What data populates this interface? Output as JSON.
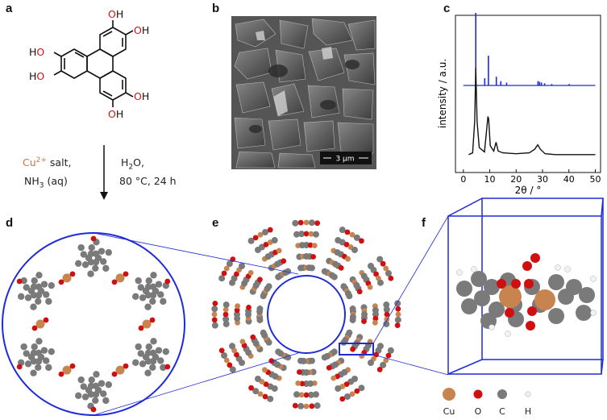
{
  "panels": {
    "a": "a",
    "b": "b",
    "c": "c",
    "d": "d",
    "e": "e",
    "f": "f"
  },
  "molecule": {
    "oh": "OH",
    "ho": "HO",
    "o_atom": "O",
    "h_atom": "H"
  },
  "reaction": {
    "cu_part": "Cu",
    "cu_charge": "2+",
    "salt": "salt,",
    "nh3": "NH",
    "nh3_sub": "3",
    "aq": "(aq)",
    "water": "H",
    "water_sub": "2",
    "water_o": "O,",
    "conditions": "80 °C, 24 h"
  },
  "sem": {
    "scale_label": "3 µm"
  },
  "chart_data": {
    "type": "line",
    "title": "",
    "xlabel": "2θ / °",
    "ylabel": "intensity / a.u.",
    "xlim": [
      -3,
      52
    ],
    "x_ticks": [
      0,
      10,
      20,
      30,
      40,
      50
    ],
    "x_tick_labels": [
      "0",
      "10",
      "20",
      "30",
      "40",
      "50"
    ],
    "series": [
      {
        "color": "#1f2bd6",
        "style": "sticks",
        "x": [
          4.7,
          8.1,
          9.5,
          12.5,
          14.2,
          16.4,
          28.3,
          28.9,
          29.6,
          30.8,
          33.5,
          40.1
        ],
        "y": [
          1.0,
          0.1,
          0.41,
          0.12,
          0.06,
          0.04,
          0.06,
          0.05,
          0.04,
          0.03,
          0.02,
          0.02
        ]
      },
      {
        "color": "#111111",
        "style": "line",
        "x": [
          2,
          3.5,
          4.3,
          4.7,
          5.2,
          6.0,
          8.0,
          9.3,
          9.6,
          10.2,
          11.5,
          12.4,
          13.2,
          15.0,
          20.0,
          25.0,
          27.0,
          28.2,
          29.2,
          31.0,
          35.0,
          50.0
        ],
        "y": [
          0.02,
          0.04,
          0.4,
          1.0,
          0.4,
          0.1,
          0.05,
          0.45,
          0.42,
          0.12,
          0.06,
          0.16,
          0.06,
          0.04,
          0.03,
          0.04,
          0.08,
          0.13,
          0.08,
          0.03,
          0.02,
          0.02
        ]
      }
    ]
  },
  "legend": {
    "items": [
      {
        "label": "Cu",
        "color": "#c8844f"
      },
      {
        "label": "O",
        "color": "#d01010"
      },
      {
        "label": "C",
        "color": "#7a7a7a"
      },
      {
        "label": "H",
        "color": "#f2f2f2"
      }
    ]
  }
}
